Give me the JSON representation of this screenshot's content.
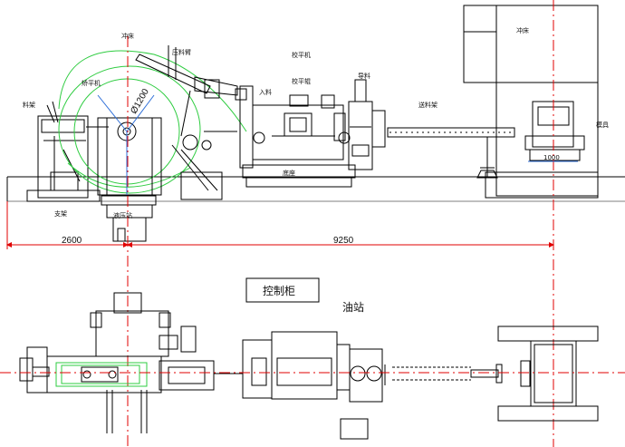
{
  "drawing": {
    "colors": {
      "line": "#000000",
      "coil": "#2ecc40",
      "center_line": "#e00000",
      "dim_line": "#e00000",
      "accent": "#2f6fd8"
    },
    "labels": {
      "press": "冲床",
      "dim_2600": "2600",
      "dim_9250": "9250",
      "dim_1000": "1000",
      "control_cabinet": "控制柜",
      "oil_station": "油站",
      "press_top": "冲床",
      "coil_od": "Ø1200",
      "a_up_arm": "压料臂",
      "a_uncoiler": "料架",
      "a_feeder_ctrl": "校平机",
      "a_straightener": "校平辊",
      "a_leveler_label": "矫平机",
      "a_entry": "入料",
      "a_guide": "导料",
      "a_feed_table": "送料架",
      "a_mold": "模具",
      "a_hydraulic": "液压站",
      "a_bottom": "底座",
      "a_stand": "支架"
    }
  }
}
